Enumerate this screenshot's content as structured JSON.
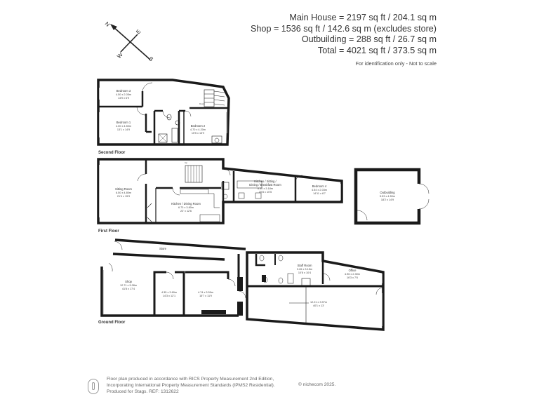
{
  "areas": {
    "main_house": "Main House = 2197 sq ft / 204.1 sq m",
    "shop": "Shop = 1536 sq ft / 142.6 sq m (excludes store)",
    "outbuilding": "Outbuilding = 288 sq ft / 26.7 sq m",
    "total": "Total = 4021 sq ft / 373.5 sq m",
    "note": "For identification only - Not to scale"
  },
  "compass": {
    "n": "N",
    "e": "E",
    "s": "S",
    "w": "W"
  },
  "floors": {
    "second": {
      "label": "Second Floor",
      "rooms": [
        {
          "name": "Bedroom 3",
          "metric": "4.50 x 2.05m",
          "imperial": "14'9 x 6'9"
        },
        {
          "name": "Bedroom 1",
          "metric": "4.00 x 4.50m",
          "imperial": "13'1 x 14'9"
        },
        {
          "name": "Bedroom 2",
          "metric": "4.70 x 4.20m",
          "imperial": "15'5 x 13'9"
        }
      ],
      "misc": {
        "down": "Down"
      }
    },
    "first": {
      "label": "First Floor",
      "rooms": [
        {
          "name": "Sitting Room",
          "metric": "6.50 x 4.80m",
          "imperial": "21'4 x 15'9"
        },
        {
          "name": "Kitchen / Dining Room",
          "metric": "6.73 x 3.80m",
          "imperial": "22' x 12'6"
        },
        {
          "name": "Kitchen / Sitting / Dining / Breakfast Room",
          "line1": "Kitchen / Sitting /",
          "line2": "Dining / Breakfast Room",
          "metric": "6.30 x 3.18m",
          "imperial": "20'8 x 10'5"
        },
        {
          "name": "Bedroom 4",
          "metric": "4.54 x 2.03m",
          "imperial": "14'11 x 6'7"
        }
      ],
      "misc": {
        "up": "Up"
      }
    },
    "outbuilding": {
      "rooms": [
        {
          "name": "Outbuilding",
          "metric": "5.53 x 4.50m",
          "imperial": "18'2 x 14'9"
        }
      ]
    },
    "ground": {
      "label": "Ground Floor",
      "rooms": [
        {
          "name": "Store",
          "metric": "",
          "imperial": ""
        },
        {
          "name": "Shop",
          "metric": "12.71 x 5.28m",
          "imperial": "41'8 x 17'4"
        },
        {
          "name": "",
          "metric": "4.35 x 3.69m",
          "imperial": "14'3 x 12'1"
        },
        {
          "name": "",
          "metric": "4.74 x 3.59m",
          "imperial": "15'7 x 11'9"
        },
        {
          "name": "Staff Room",
          "metric": "3.26 x 3.15m",
          "imperial": "10'8 x 10'4"
        },
        {
          "name": "Office",
          "metric": "4.96 x 2.30m",
          "imperial": "16'3 x 7'6"
        },
        {
          "name": "",
          "metric": "12.21 x 3.97m",
          "imperial": "40'1 x 13'"
        }
      ]
    }
  },
  "footer": {
    "line1": "Floor plan produced in accordance with RICS Property Measurement 2nd Edition,",
    "line2": "Incorporating International Property Measurement Standards (IPMS2 Residential).",
    "line3": "Produced for Stags.   REF: 1312622",
    "copyright": "© nichecom 2025."
  },
  "colors": {
    "wall": "#1a1a1a",
    "text": "#333333",
    "background": "#ffffff"
  }
}
